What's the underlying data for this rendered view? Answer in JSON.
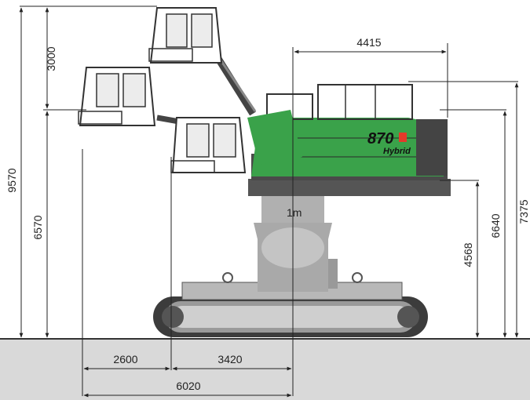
{
  "dimensions": {
    "cab_raise": "3000",
    "max_height": "9570",
    "base_height": "6570",
    "top_width": "4415",
    "upper_deck_height": "6640",
    "overall_height": "7375",
    "pylon_height": "4568",
    "cab_offset": "2600",
    "center_offset": "3420",
    "total_reach": "6020"
  },
  "pylon_label": "1m",
  "branding": {
    "model": "870",
    "series": "Hybrid"
  },
  "colors": {
    "machine_green": "#3aa24a",
    "pylon_grey": "#a9a9a9",
    "ground_grey": "#d9d9d9",
    "track_dark": "#3c3c3c",
    "brand_red": "#e43a2a"
  }
}
